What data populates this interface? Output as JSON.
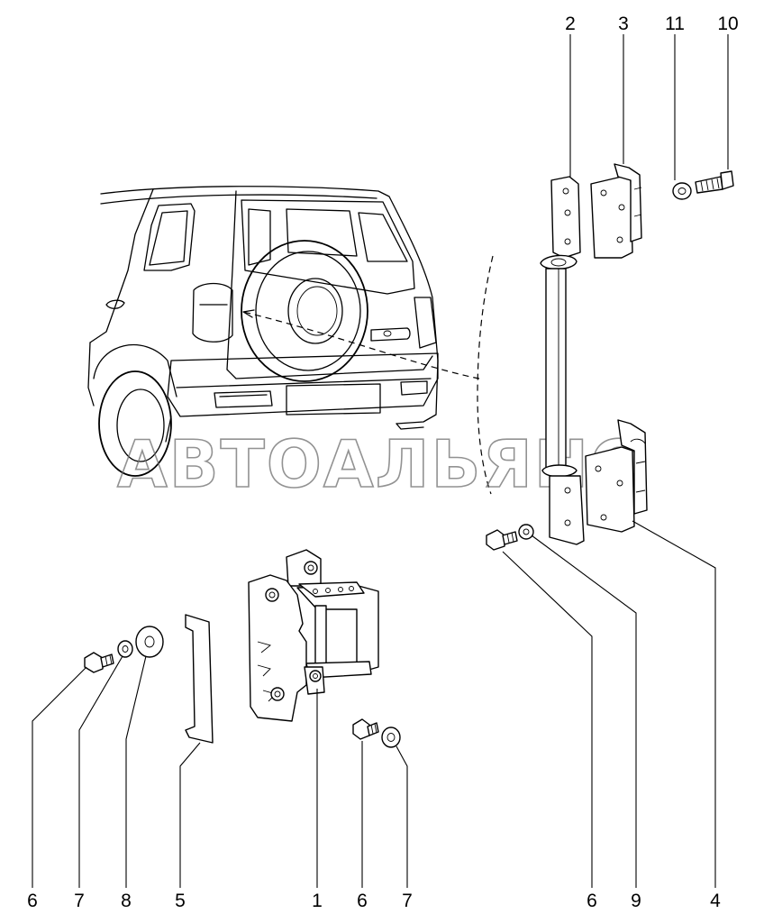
{
  "watermark": "АВТОАЛЬЯНС",
  "callouts": {
    "top": [
      "2",
      "3",
      "11",
      "10"
    ],
    "bottom": [
      "6",
      "7",
      "8",
      "5",
      "1",
      "6",
      "7",
      "6",
      "9",
      "4"
    ]
  }
}
